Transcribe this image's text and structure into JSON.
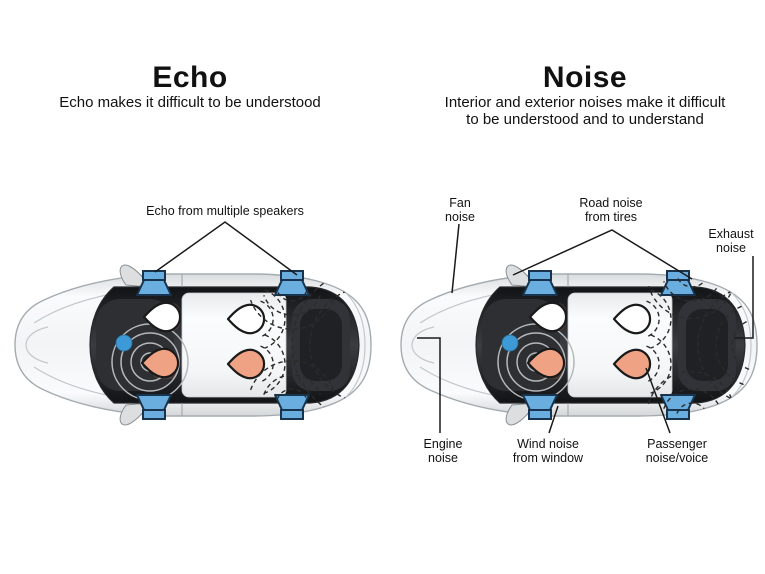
{
  "figure": {
    "background": "#ffffff",
    "panels": {
      "echo": {
        "title": "Echo",
        "subtitle_lines": [
          "Echo makes it difficult to be understood"
        ],
        "labels": {
          "speakers": {
            "lines": [
              "Echo from multiple speakers"
            ]
          }
        }
      },
      "noise": {
        "title": "Noise",
        "subtitle_lines": [
          "Interior and exterior noises make it difficult",
          "to be understood and to understand"
        ],
        "labels": {
          "fan": {
            "lines": [
              "Fan",
              "noise"
            ]
          },
          "road": {
            "lines": [
              "Road noise",
              "from tires"
            ]
          },
          "exhaust": {
            "lines": [
              "Exhaust",
              "noise"
            ]
          },
          "engine": {
            "lines": [
              "Engine",
              "noise"
            ]
          },
          "wind": {
            "lines": [
              "Wind noise",
              "from window"
            ]
          },
          "passenger": {
            "lines": [
              "Passenger",
              "noise/voice"
            ]
          }
        }
      }
    },
    "colors": {
      "speaker_fill": "#69aede",
      "speaker_stroke": "#17334d",
      "microphone_fill": "#3e9ad6",
      "driver_head_fill": "#f0a284",
      "passenger_head_fill": "#ffffff",
      "head_stroke": "#1a1a1a",
      "sound_rings": "#b5b8ba",
      "noise_arc": "#2b2b2b",
      "leader_line": "#1a1a1a",
      "text": "#111111"
    },
    "icons": {
      "speaker": "speaker-icon",
      "microphone": "microphone-dot-icon",
      "driver_head": "driver-head-icon",
      "passenger_head": "passenger-head-icon",
      "sound_rings": "speech-rings-icon",
      "noise_arcs": "noise-wave-arcs-icon",
      "side_mirror": "side-mirror-icon"
    }
  }
}
